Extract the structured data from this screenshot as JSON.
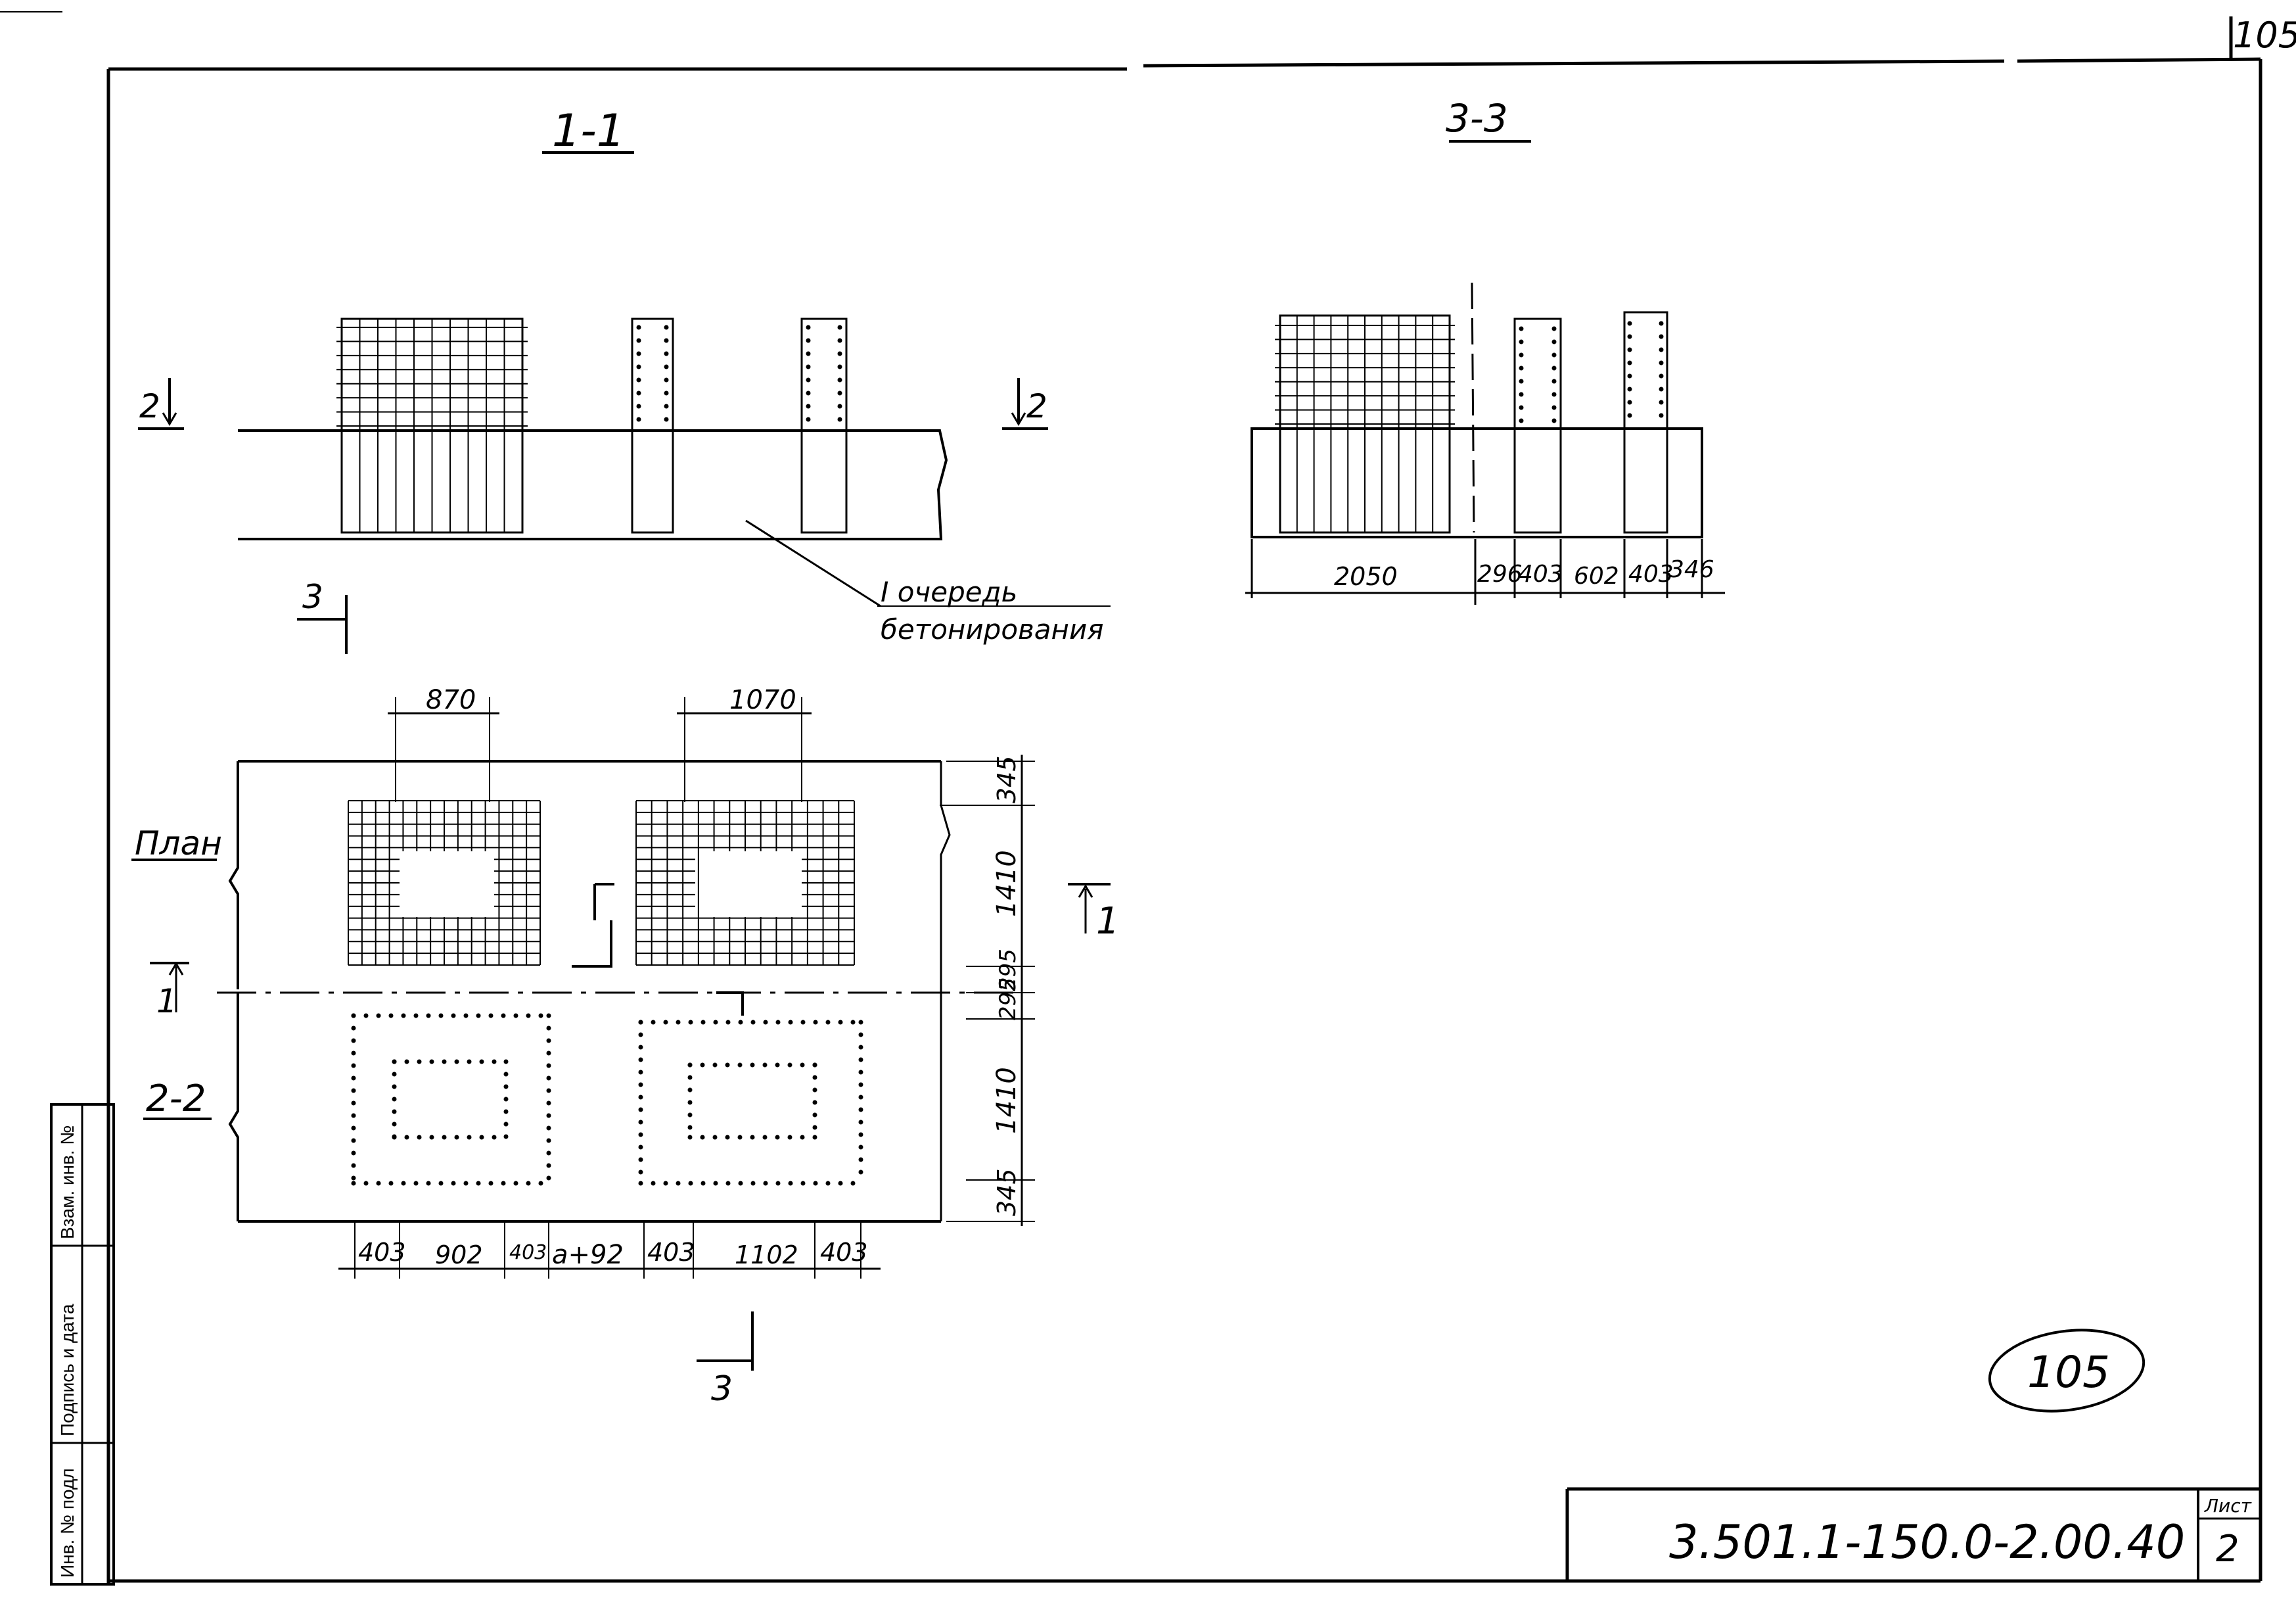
{
  "sheet": {
    "corner_number": "105",
    "document_code": "3.501.1-150.0-2.00.40",
    "sheet_label": "Лист",
    "sheet_number": "2",
    "circled_mark": "105"
  },
  "side_stamp": {
    "cells": [
      "Инв. № подл",
      "Подпись и дата",
      "Взам. инв. №"
    ]
  },
  "section_1_1": {
    "title": "1-1",
    "cut_left": "2",
    "cut_right": "2",
    "cut_bottom": "3",
    "leader_line1": "I очередь",
    "leader_line2": "бетонирования"
  },
  "section_3_3": {
    "title": "3-3",
    "dims": [
      "2050",
      "296",
      "403",
      "602",
      "403",
      "346"
    ]
  },
  "plan": {
    "title": "План",
    "section_label": "2-2",
    "cut_left": "1",
    "cut_right": "1",
    "cut_bottom": "3",
    "top_dims": [
      "870",
      "1070"
    ],
    "bottom_dims": [
      "403",
      "902",
      "403",
      "a+92",
      "403",
      "1102",
      "403"
    ],
    "right_dims": [
      "345",
      "1410",
      "295",
      "295",
      "1410",
      "345"
    ]
  }
}
